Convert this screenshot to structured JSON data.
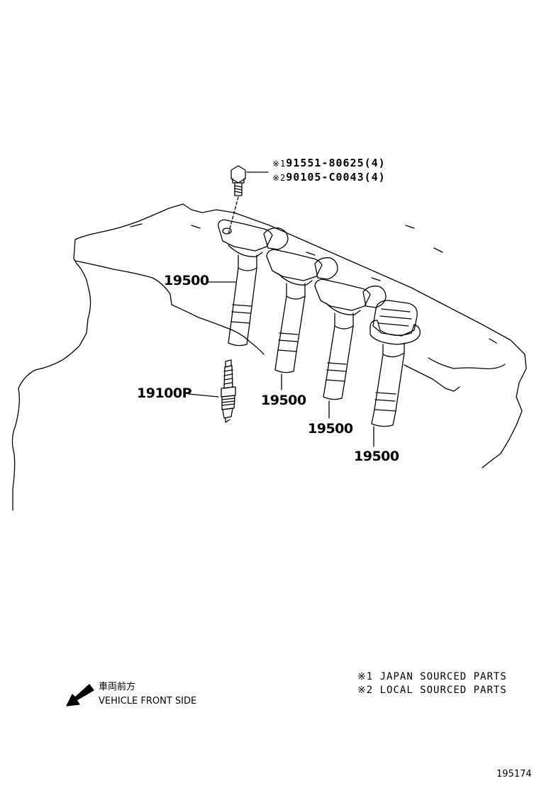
{
  "bolt_callouts": [
    {
      "mark": "※1",
      "part": "91551-80625(4)"
    },
    {
      "mark": "※2",
      "part": "90105-C0043(4)"
    }
  ],
  "part_labels": {
    "coil_1": "19500",
    "coil_2": "19500",
    "coil_3": "19500",
    "coil_4": "19500",
    "spark_plug": "19100P"
  },
  "legend": [
    {
      "mark": "※1",
      "text": "JAPAN SOURCED PARTS"
    },
    {
      "mark": "※2",
      "text": "LOCAL SOURCED PARTS"
    }
  ],
  "direction": {
    "jp_label": "車両前方",
    "en_label": "VEHICLE FRONT SIDE"
  },
  "figure_number": "195174"
}
